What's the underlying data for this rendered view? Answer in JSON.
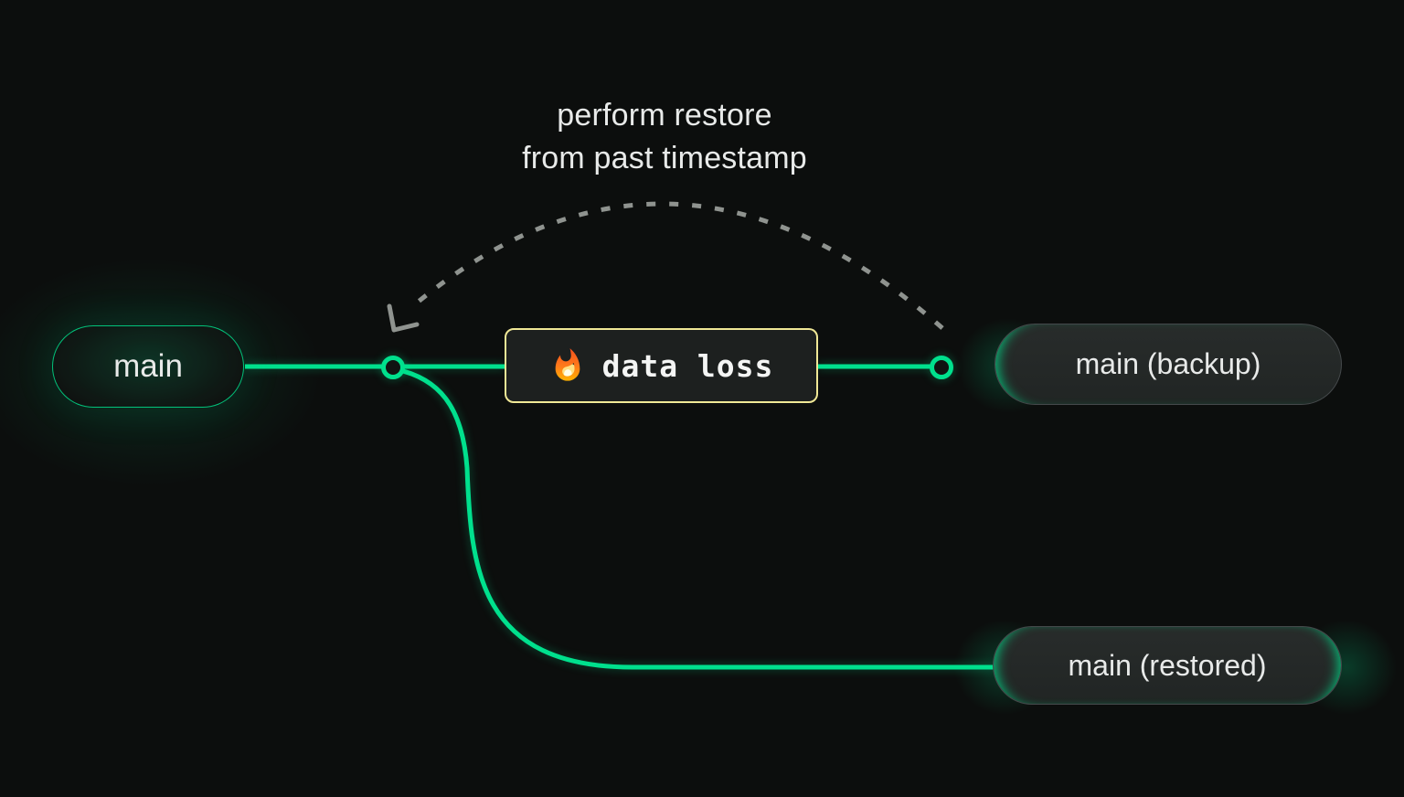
{
  "caption": {
    "line1": "perform restore",
    "line2": "from past timestamp"
  },
  "nodes": {
    "main": {
      "label": "main"
    },
    "backup": {
      "label": "main (backup)"
    },
    "restored": {
      "label": "main (restored)"
    }
  },
  "event": {
    "label": "data loss",
    "icon": "fire-icon"
  },
  "colors": {
    "accent_green": "#00e08d",
    "event_border": "#f0e896",
    "arc_gray": "#8f938f",
    "background": "#0c0e0d",
    "pill_bg": "#242827",
    "pill_border": "#45494b",
    "text_light": "#e8eae9"
  }
}
